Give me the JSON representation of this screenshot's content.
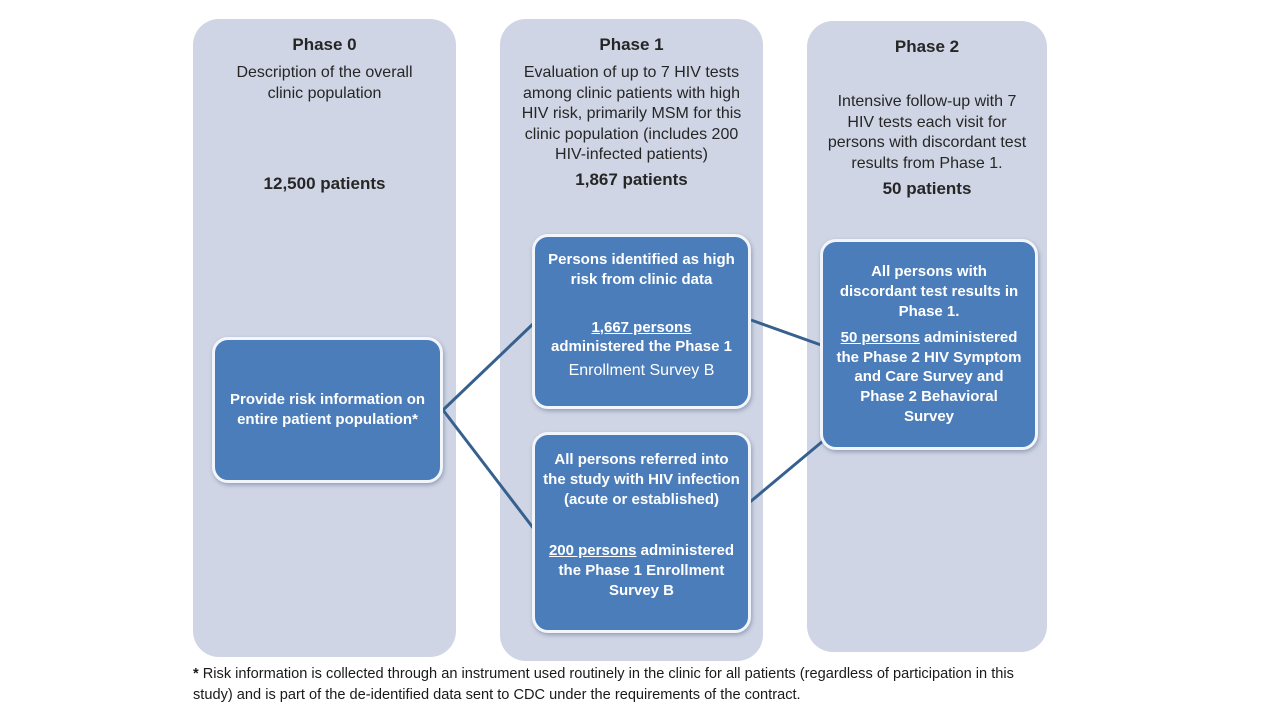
{
  "colors": {
    "page-bg": "#ffffff",
    "panel-bg": "#cfd5e4",
    "box-bg": "#4b7dba",
    "box-border": "#f2f5fa",
    "box-text": "#ffffff",
    "line-color": "#36618f",
    "heading-text": "#262626",
    "footnote-text": "#1a1a1a"
  },
  "phase0": {
    "title": "Phase 0",
    "description": "Description of the overall clinic population",
    "stat": "12,500 patients",
    "box": {
      "text": "Provide risk information on entire patient population*"
    }
  },
  "phase1": {
    "title": "Phase 1",
    "description": "Evaluation of up to 7 HIV tests among clinic patients with high HIV risk, primarily MSM for this clinic population (includes 200 HIV-infected patients)",
    "stat": "1,867 patients",
    "box_top": {
      "intro": "Persons identified as high risk from clinic data",
      "highlight": "1,667 persons",
      "line2": "administered the Phase 1",
      "line3": "Enrollment Survey B"
    },
    "box_bottom": {
      "intro": "All persons  referred into the study  with HIV infection (acute or established)",
      "highlight": "200 persons",
      "rest": " administered the Phase 1 Enrollment Survey B"
    }
  },
  "phase2": {
    "title": "Phase 2",
    "description": "Intensive follow-up with 7 HIV tests each visit for persons with discordant test results from Phase 1.",
    "stat": "50 patients",
    "box": {
      "intro": "All persons with discordant test results in Phase 1.",
      "highlight": "50 persons",
      "rest": " administered the Phase 2 HIV Symptom and Care Survey and Phase 2 Behavioral Survey"
    }
  },
  "footnote": {
    "marker": "*",
    "line1": "Risk information is collected through an instrument used routinely in the clinic for all patients (regardless of participation in this",
    "line2": "study) and is part of the de-identified data sent to CDC under the requirements of the contract."
  }
}
